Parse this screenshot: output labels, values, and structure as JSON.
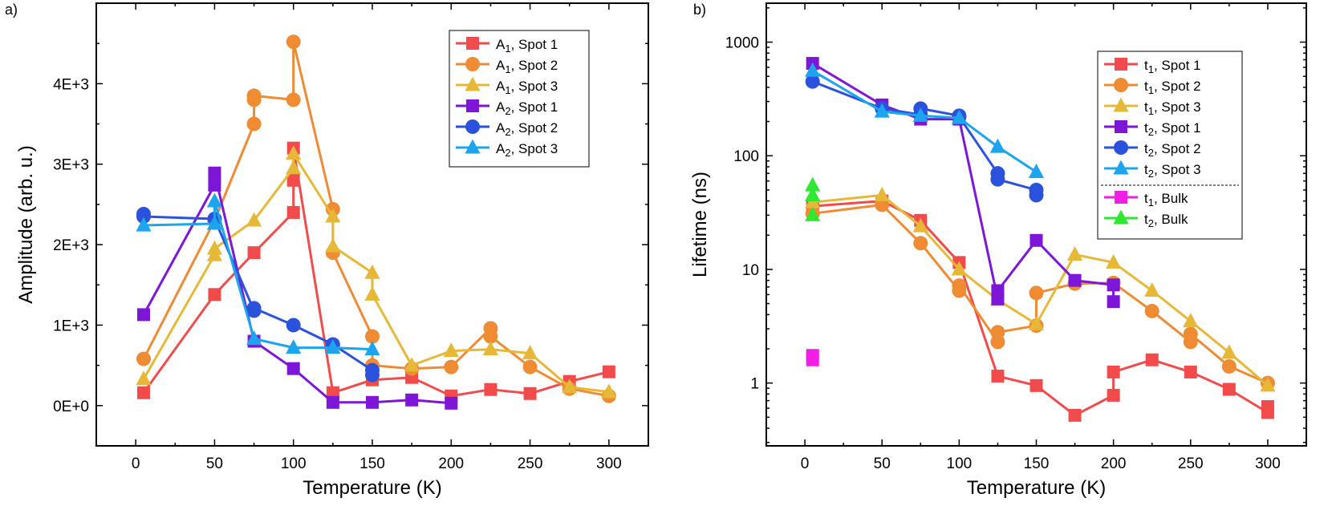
{
  "chart_data": [
    {
      "panel_label": "a)",
      "type": "line",
      "xlabel": "Temperature (K)",
      "ylabel": "Amplitude (arb. u.)",
      "xlim": [
        -25,
        325
      ],
      "ylim": [
        -500,
        5000
      ],
      "yscale": "linear",
      "xticks": [
        0,
        50,
        100,
        150,
        200,
        250,
        300
      ],
      "xtick_labels": [
        "0",
        "50",
        "100",
        "150",
        "200",
        "250",
        "300"
      ],
      "yticks": [
        0,
        1000,
        2000,
        3000,
        4000
      ],
      "ytick_labels": [
        "0E+0",
        "1E+3",
        "2E+3",
        "3E+3",
        "4E+3"
      ],
      "legend_position": "top-right",
      "series": [
        {
          "name_main": "A",
          "name_sub": "1",
          "name_rest": ", Spot 1",
          "color": "#f24b4b",
          "marker": "square",
          "x": [
            5,
            50,
            75,
            100,
            100,
            100,
            125,
            150,
            175,
            200,
            225,
            250,
            275,
            300
          ],
          "y": [
            160,
            1380,
            1900,
            2400,
            2800,
            3200,
            160,
            320,
            350,
            120,
            200,
            150,
            300,
            420
          ]
        },
        {
          "name_main": "A",
          "name_sub": "1",
          "name_rest": ", Spot 2",
          "color": "#ef8b33",
          "marker": "circle",
          "x": [
            5,
            50,
            75,
            75,
            75,
            100,
            100,
            125,
            125,
            150,
            150,
            175,
            200,
            225,
            225,
            250,
            275,
            300
          ],
          "y": [
            580,
            2300,
            3500,
            3800,
            3850,
            3800,
            4520,
            2440,
            1900,
            860,
            500,
            460,
            480,
            960,
            860,
            480,
            210,
            120
          ]
        },
        {
          "name_main": "A",
          "name_sub": "1",
          "name_rest": ", Spot 3",
          "color": "#e7b838",
          "marker": "triangle",
          "x": [
            5,
            50,
            50,
            75,
            100,
            100,
            125,
            125,
            150,
            150,
            175,
            200,
            225,
            250,
            275,
            300
          ],
          "y": [
            330,
            1870,
            1950,
            2300,
            2950,
            3130,
            2350,
            1980,
            1650,
            1380,
            500,
            680,
            700,
            650,
            230,
            170
          ]
        },
        {
          "name_main": "A",
          "name_sub": "2",
          "name_rest": ", Spot 1",
          "color": "#7d16d6",
          "marker": "square",
          "x": [
            5,
            50,
            50,
            75,
            100,
            125,
            150,
            175,
            200
          ],
          "y": [
            1130,
            2740,
            2890,
            800,
            460,
            40,
            40,
            70,
            30
          ]
        },
        {
          "name_main": "A",
          "name_sub": "2",
          "name_rest": ", Spot 2",
          "color": "#2b52dc",
          "marker": "circle",
          "x": [
            5,
            5,
            50,
            75,
            75,
            100,
            125,
            150,
            150
          ],
          "y": [
            2380,
            2350,
            2320,
            1180,
            1210,
            1000,
            760,
            440,
            380
          ]
        },
        {
          "name_main": "A",
          "name_sub": "2",
          "name_rest": ", Spot 3",
          "color": "#1da4ee",
          "marker": "triangle",
          "x": [
            5,
            50,
            50,
            75,
            100,
            125,
            150
          ],
          "y": [
            2240,
            2260,
            2540,
            830,
            720,
            720,
            700
          ]
        }
      ]
    },
    {
      "panel_label": "b)",
      "type": "line",
      "xlabel": "Temperature (K)",
      "ylabel": "Lifetime (ns)",
      "xlim": [
        -25,
        325
      ],
      "ylim": [
        0.28,
        2200
      ],
      "yscale": "log",
      "xticks": [
        0,
        50,
        100,
        150,
        200,
        250,
        300
      ],
      "xtick_labels": [
        "0",
        "50",
        "100",
        "150",
        "200",
        "250",
        "300"
      ],
      "yticks": [
        1,
        10,
        100,
        1000
      ],
      "ytick_labels": [
        "1",
        "10",
        "100",
        "1000"
      ],
      "legend_position": "top-right",
      "legend_separator_after": 6,
      "series": [
        {
          "name_main": "t",
          "name_sub": "1",
          "name_rest": ", Spot 1",
          "color": "#f24b4b",
          "marker": "square",
          "x": [
            5,
            50,
            75,
            100,
            125,
            150,
            175,
            200,
            200,
            225,
            250,
            275,
            300,
            300
          ],
          "y": [
            36,
            40,
            27,
            11.5,
            1.15,
            0.95,
            0.52,
            0.78,
            1.25,
            1.6,
            1.25,
            0.88,
            0.55,
            0.62
          ]
        },
        {
          "name_main": "t",
          "name_sub": "1",
          "name_rest": ", Spot 2",
          "color": "#ef8b33",
          "marker": "circle",
          "x": [
            5,
            50,
            75,
            100,
            100,
            125,
            125,
            150,
            150,
            175,
            200,
            225,
            250,
            250,
            275,
            300
          ],
          "y": [
            31,
            37,
            17,
            6.5,
            7.2,
            2.3,
            2.8,
            3.2,
            6.2,
            7.5,
            7.6,
            4.3,
            2.3,
            2.7,
            1.4,
            1.0
          ]
        },
        {
          "name_main": "t",
          "name_sub": "1",
          "name_rest": ", Spot 3",
          "color": "#e7b838",
          "marker": "triangle",
          "x": [
            5,
            50,
            75,
            100,
            125,
            150,
            175,
            200,
            225,
            250,
            275,
            300
          ],
          "y": [
            39,
            45,
            24,
            10,
            5.4,
            3.3,
            13.5,
            11.5,
            6.5,
            3.5,
            1.85,
            0.95
          ]
        },
        {
          "name_main": "t",
          "name_sub": "2",
          "name_rest": ", Spot 1",
          "color": "#7d16d6",
          "marker": "square",
          "x": [
            5,
            50,
            75,
            100,
            125,
            125,
            150,
            175,
            200,
            200
          ],
          "y": [
            650,
            280,
            210,
            210,
            5.5,
            6.5,
            18,
            8,
            7.3,
            5.2
          ]
        },
        {
          "name_main": "t",
          "name_sub": "2",
          "name_rest": ", Spot 2",
          "color": "#2b52dc",
          "marker": "circle",
          "x": [
            5,
            50,
            75,
            75,
            100,
            100,
            125,
            125,
            150,
            150
          ],
          "y": [
            450,
            260,
            230,
            260,
            225,
            220,
            70,
            62,
            50,
            45
          ]
        },
        {
          "name_main": "t",
          "name_sub": "2",
          "name_rest": ", Spot 3",
          "color": "#1da4ee",
          "marker": "triangle",
          "x": [
            5,
            50,
            75,
            100,
            125,
            150
          ],
          "y": [
            560,
            245,
            225,
            215,
            120,
            72
          ]
        },
        {
          "name_main": "t",
          "name_sub": "1",
          "name_rest": ", Bulk",
          "color": "#f11ee6",
          "marker": "square",
          "nolines": true,
          "x": [
            5,
            5
          ],
          "y": [
            1.6,
            1.75
          ]
        },
        {
          "name_main": "t",
          "name_sub": "2",
          "name_rest": ", Bulk",
          "color": "#2ee832",
          "marker": "triangle",
          "nolines": true,
          "x": [
            5,
            5,
            5
          ],
          "y": [
            30,
            45,
            55
          ]
        }
      ]
    }
  ]
}
